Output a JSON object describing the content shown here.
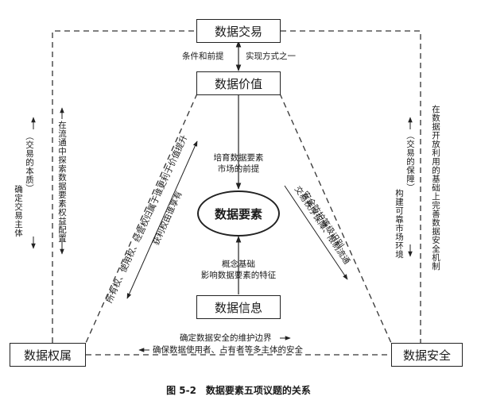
{
  "nodes": {
    "trade": "数据交易",
    "value": "数据价值",
    "element": "数据要素",
    "info": "数据信息",
    "ownership": "数据权属",
    "security": "数据安全"
  },
  "labels": {
    "condition": "条件和前提",
    "realize": "实现方式之一",
    "cultivate_line1": "培育数据要素",
    "cultivate_line2": "市场的前提",
    "concept_line1": "概念基础",
    "concept_line2": "影响数据要素的特征",
    "left_outer_1": "（交易的本质）",
    "left_outer_2": "确定交易主体",
    "left_inner": "在流通中探索数据要素权益配置",
    "right_outer_1": "（交易的保障）",
    "right_outer_2": "构建可靠市场环境",
    "right_inner": "在数据开放利用的基础上完善数据安全机制",
    "diag_left_1": "所有权、使用权、经营权归属于谁更利于价值提升",
    "diag_left_2": "获利权由谁享有",
    "diag_right_1": "安全防护等级识别",
    "diag_right_2": "交易秩序保障、限制流通",
    "bottom_top": "确定数据安全的维护边界",
    "bottom_bottom": "确保数据使用者、占有者等多主体的安全"
  },
  "caption": "图 5-2　数据要素五项议题的关系"
}
